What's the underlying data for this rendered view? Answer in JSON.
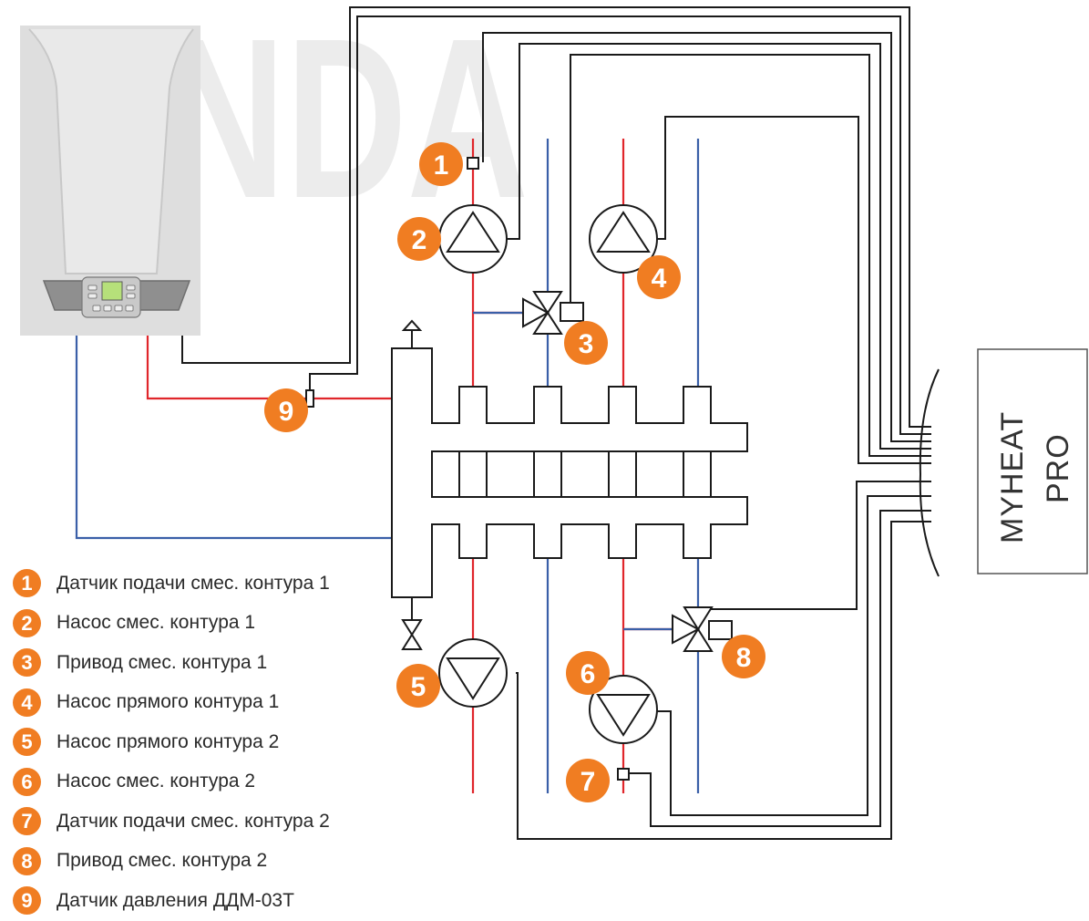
{
  "watermark": {
    "text": "NDA"
  },
  "controller": {
    "line1": "MYHEAT",
    "line2": "PRO"
  },
  "colors": {
    "supply": "#e0262b",
    "return": "#3a5fa8",
    "badge": "#f07d22",
    "wire": "#1a1a1a",
    "boiler": "#dcdcdc"
  },
  "badges": [
    "1",
    "2",
    "3",
    "4",
    "5",
    "6",
    "7",
    "8",
    "9"
  ],
  "legend": [
    {
      "num": "1",
      "text": "Датчик подачи смес. контура 1"
    },
    {
      "num": "2",
      "text": "Насос смес. контура 1"
    },
    {
      "num": "3",
      "text": "Привод смес. контура 1"
    },
    {
      "num": "4",
      "text": "Насос прямого контура 1"
    },
    {
      "num": "5",
      "text": "Насос прямого контура 2"
    },
    {
      "num": "6",
      "text": "Насос смес. контура 2"
    },
    {
      "num": "7",
      "text": "Датчик подачи смес. контура 2"
    },
    {
      "num": "8",
      "text": "Привод смес. контура 2"
    },
    {
      "num": "9",
      "text": "Датчик давления ДДМ-03Т"
    }
  ]
}
